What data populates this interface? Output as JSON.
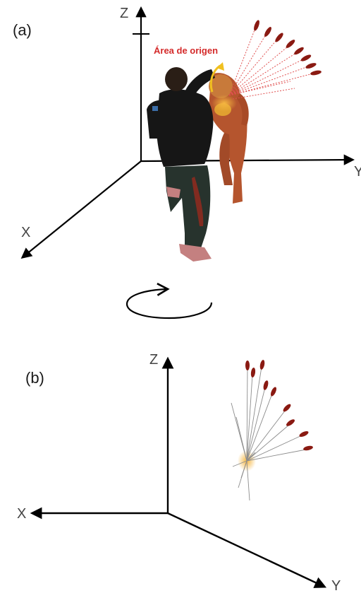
{
  "panel_a": {
    "label": "(a)",
    "axes": {
      "z": "Z",
      "x": "X",
      "y": "Y"
    },
    "annotation": "Área de origen"
  },
  "panel_b": {
    "label": "(b)",
    "axes": {
      "z": "Z",
      "x": "X",
      "y": "Y"
    }
  },
  "rotation_icon": "rotate-arrow-icon",
  "colors": {
    "annotation": "#d42a2a",
    "droplet": "#8a1a12",
    "origin_highlight": "#f0b030",
    "trajectory_a": "#e05050",
    "trajectory_b": "#8c8c8c"
  }
}
